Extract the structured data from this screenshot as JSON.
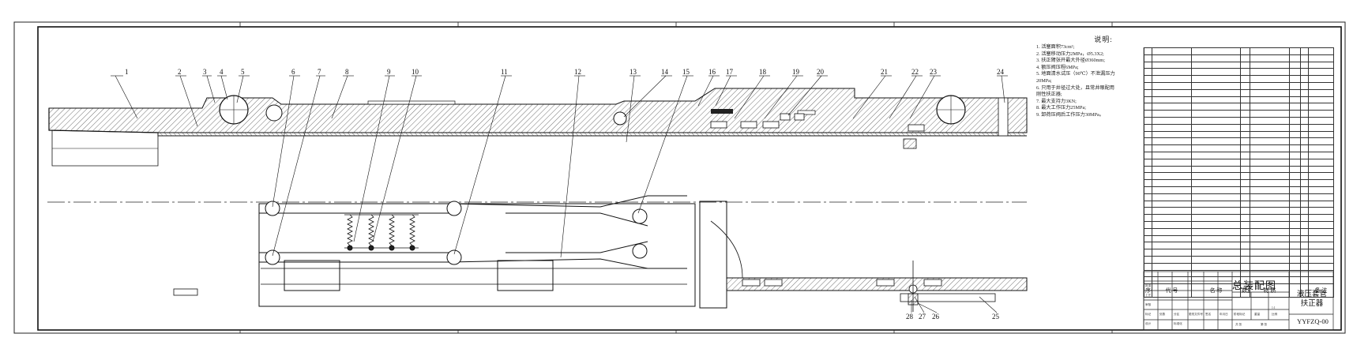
{
  "drawing": {
    "title": "总装配图",
    "product_name_line1": "液压套管",
    "product_name_line2": "扶正器",
    "drawing_code": "YYFZQ-00"
  },
  "notes": {
    "heading": "说明:",
    "lines": [
      "1. 活塞面积73cm²;",
      "2. 活塞移动压力2MPa，Ø5.3X2;",
      "3. 扶正臂张开最大外径Ø360mm;",
      "4. 额压阀压程6MPa;",
      "5. 地面清水试压（90℃）不泄漏压力",
      "20MPa;",
      "6. 只用于井径过大处，且常井眼配用",
      "刚性扶正器;",
      "7. 最大支持力3KN;",
      "8. 最大工作压力25MPa;",
      "9. 卸荷压阀后工作压力30MPa。"
    ]
  },
  "part_callouts": [
    "1",
    "2",
    "3",
    "4",
    "5",
    "6",
    "7",
    "8",
    "9",
    "10",
    "11",
    "12",
    "13",
    "14",
    "15",
    "16",
    "17",
    "18",
    "19",
    "20",
    "21",
    "22",
    "23",
    "24",
    "25",
    "26",
    "27",
    "28"
  ],
  "bom": {
    "header": {
      "seq": "序号",
      "code": "代 号",
      "name": "名 称",
      "qty": "数量",
      "material": "材 质",
      "remark": "备 注"
    }
  },
  "title_block": {
    "labels": [
      "标记",
      "处数",
      "分区",
      "更改文件号",
      "签名",
      "年月日",
      "设计",
      "标准化",
      "阶段标记",
      "重量",
      "比例",
      "审核",
      "工艺",
      "批准",
      "共 张",
      "第 张"
    ],
    "scale": "1:1"
  }
}
